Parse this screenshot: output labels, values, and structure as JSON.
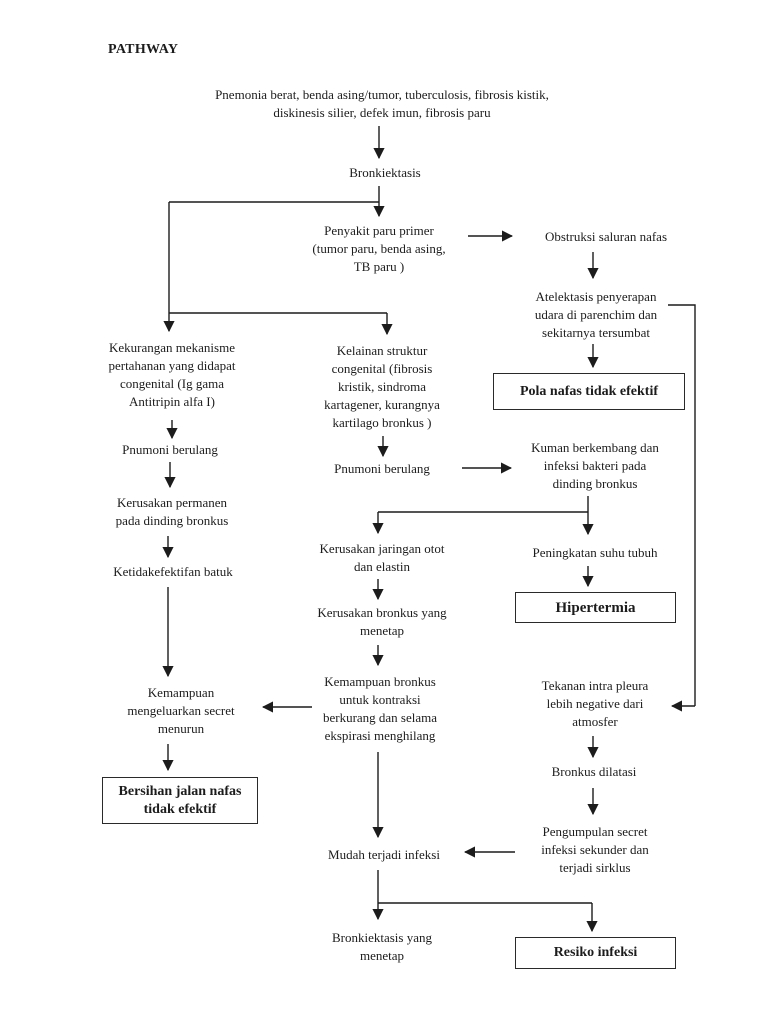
{
  "page": {
    "title": "PATHWAY",
    "background_color": "#ffffff",
    "text_color": "#1c1c1c"
  },
  "nodes": {
    "pnemonia_causes": "Pnemonia berat, benda asing/tumor, tuberculosis, fibrosis kistik,\ndiskinesis silier, defek imun, fibrosis paru",
    "bronkiektasis": "Bronkiektasis",
    "penyakit_paru_primer": "Penyakit paru primer\n(tumor paru, benda asing,\nTB paru )",
    "obstruksi_saluran_nafas": "Obstruksi saluran nafas",
    "atelektasis": "Atelektasis penyerapan\nudara di parenchim dan\nsekitarnya tersumbat",
    "pola_nafas_tidak_efektif": "Pola nafas tidak efektif",
    "kekurangan_mekanisme": "Kekurangan mekanisme\npertahanan yang didapat\ncongenital (Ig gama\nAntitripin alfa I)",
    "pnumoni_berulang_kiri": "Pnumoni berulang",
    "kerusakan_permanen": "Kerusakan permanen\npada dinding bronkus",
    "ketidakefektifan_batuk": "Ketidakefektifan batuk",
    "kemampuan_mengeluarkan_secret": "Kemampuan\nmengeluarkan secret\nmenurun",
    "bersihan_jalan_nafas": "Bersihan jalan nafas\ntidak efektif",
    "kelainan_struktur": "Kelainan struktur\ncongenital (fibrosis\nkristik, sindroma\nkartagener, kurangnya\nkartilago bronkus )",
    "pnumoni_berulang_tengah": "Pnumoni berulang",
    "kuman_berkembang": "Kuman berkembang dan\ninfeksi bakteri pada\ndinding bronkus",
    "kerusakan_jaringan_otot": "Kerusakan jaringan otot\ndan elastin",
    "kerusakan_bronkus_menetap": "Kerusakan bronkus yang\nmenetap",
    "kemampuan_bronkus": "Kemampuan bronkus\nuntuk kontraksi\nberkurang dan selama\nekspirasi menghilang",
    "mudah_terjadi_infeksi": "Mudah terjadi infeksi",
    "bronkiektasis_menetap": "Bronkiektasis yang\nmenetap",
    "peningkatan_suhu_tubuh": "Peningkatan suhu tubuh",
    "hipertermia": "Hipertermia",
    "tekanan_intra_pleura": "Tekanan intra pleura\nlebih negative dari\natmosfer",
    "bronkus_dilatasi": "Bronkus dilatasi",
    "pengumpulan_secret": "Pengumpulan secret\ninfeksi sekunder dan\nterjadi sirklus",
    "resiko_infeksi": "Resiko infeksi"
  },
  "edges": [
    {
      "from": "pnemonia_causes",
      "to": "bronkiektasis"
    },
    {
      "from": "bronkiektasis",
      "to": "penyakit_paru_primer"
    },
    {
      "from": "bronkiektasis",
      "to": "kekurangan_mekanisme"
    },
    {
      "from": "bronkiektasis",
      "to": "kelainan_struktur"
    },
    {
      "from": "penyakit_paru_primer",
      "to": "obstruksi_saluran_nafas"
    },
    {
      "from": "obstruksi_saluran_nafas",
      "to": "atelektasis"
    },
    {
      "from": "atelektasis",
      "to": "pola_nafas_tidak_efektif"
    },
    {
      "from": "atelektasis",
      "to": "tekanan_intra_pleura"
    },
    {
      "from": "kekurangan_mekanisme",
      "to": "pnumoni_berulang_kiri"
    },
    {
      "from": "pnumoni_berulang_kiri",
      "to": "kerusakan_permanen"
    },
    {
      "from": "kerusakan_permanen",
      "to": "ketidakefektifan_batuk"
    },
    {
      "from": "ketidakefektifan_batuk",
      "to": "kemampuan_mengeluarkan_secret"
    },
    {
      "from": "kemampuan_mengeluarkan_secret",
      "to": "bersihan_jalan_nafas"
    },
    {
      "from": "kelainan_struktur",
      "to": "pnumoni_berulang_tengah"
    },
    {
      "from": "pnumoni_berulang_tengah",
      "to": "kuman_berkembang"
    },
    {
      "from": "kuman_berkembang",
      "to": "kerusakan_jaringan_otot"
    },
    {
      "from": "kuman_berkembang",
      "to": "peningkatan_suhu_tubuh"
    },
    {
      "from": "peningkatan_suhu_tubuh",
      "to": "hipertermia"
    },
    {
      "from": "kerusakan_jaringan_otot",
      "to": "kerusakan_bronkus_menetap"
    },
    {
      "from": "kerusakan_bronkus_menetap",
      "to": "kemampuan_bronkus"
    },
    {
      "from": "kemampuan_bronkus",
      "to": "kemampuan_mengeluarkan_secret"
    },
    {
      "from": "kemampuan_bronkus",
      "to": "mudah_terjadi_infeksi"
    },
    {
      "from": "tekanan_intra_pleura",
      "to": "bronkus_dilatasi"
    },
    {
      "from": "bronkus_dilatasi",
      "to": "pengumpulan_secret"
    },
    {
      "from": "pengumpulan_secret",
      "to": "mudah_terjadi_infeksi"
    },
    {
      "from": "mudah_terjadi_infeksi",
      "to": "bronkiektasis_menetap"
    },
    {
      "from": "mudah_terjadi_infeksi",
      "to": "resiko_infeksi"
    }
  ]
}
